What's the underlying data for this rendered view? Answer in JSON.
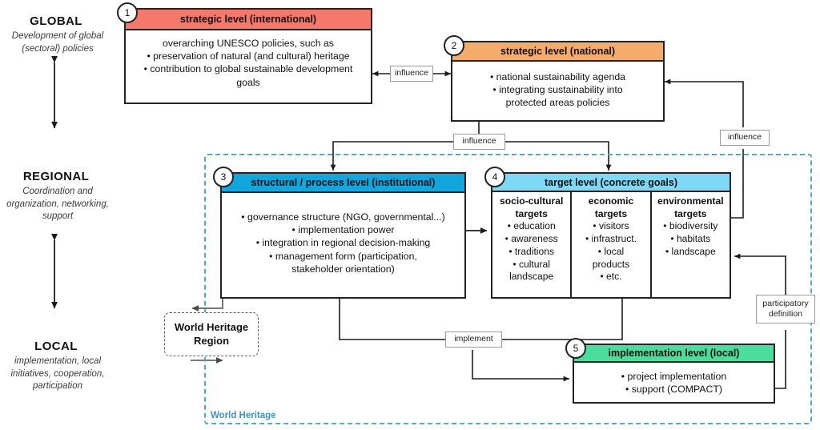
{
  "scales": [
    {
      "id": "global",
      "title": "GLOBAL",
      "subtitle": "Development of global (sectoral) policies"
    },
    {
      "id": "regional",
      "title": "REGIONAL",
      "subtitle": "Coordination and organization, networking, support"
    },
    {
      "id": "local",
      "title": "LOCAL",
      "subtitle": "implementation, local initiatives, cooperation, participation"
    }
  ],
  "boxes": {
    "b1": {
      "number": "1",
      "header": "strategic level (international)",
      "header_color": "#F5796B",
      "lines": [
        "overarching UNESCO policies, such as",
        "• preservation of natural (and cultural) heritage",
        "• contribution to global sustainable development",
        "goals"
      ]
    },
    "b2": {
      "number": "2",
      "header": "strategic level (national)",
      "header_color": "#F5AB6B",
      "lines": [
        "• national sustainability agenda",
        "• integrating sustainability into",
        "protected areas policies"
      ]
    },
    "b3": {
      "number": "3",
      "header": "structural / process level (institutional)",
      "header_color": "#12A6DC",
      "lines": [
        "• governance structure (NGO, governmental...)",
        "• implementation power",
        "• integration in regional decision-making",
        "• management form (participation,",
        "stakeholder orientation)"
      ]
    },
    "b4": {
      "number": "4",
      "header": "target level (concrete goals)",
      "header_color": "#7FD8F5",
      "columns": [
        {
          "title_line1": "socio-cultural",
          "title_line2": "targets",
          "items": [
            "• education",
            "• awareness",
            "• traditions",
            "• cultural",
            "landscape"
          ]
        },
        {
          "title_line1": "economic",
          "title_line2": "targets",
          "items": [
            "• visitors",
            "• infrastruct.",
            "• local",
            "products",
            "• etc."
          ]
        },
        {
          "title_line1": "environmental",
          "title_line2": "targets",
          "items": [
            "• biodiversity",
            "• habitats",
            "• landscape"
          ]
        }
      ]
    },
    "b5": {
      "number": "5",
      "header": "implementation level (local)",
      "header_color": "#4BDD9B",
      "lines": [
        "• project implementation",
        "• support (COMPACT)"
      ]
    }
  },
  "edge_labels": {
    "influence_1_2": "influence",
    "influence_2_down": "influence",
    "influence_right": "influence",
    "implement": "implement",
    "participatory_definition_l1": "participatory",
    "participatory_definition_l2": "definition"
  },
  "wh_region": {
    "line1": "World Heritage",
    "line2": "Region"
  },
  "wh_container": {
    "caption": "World Heritage",
    "color": "#56a9c4"
  }
}
